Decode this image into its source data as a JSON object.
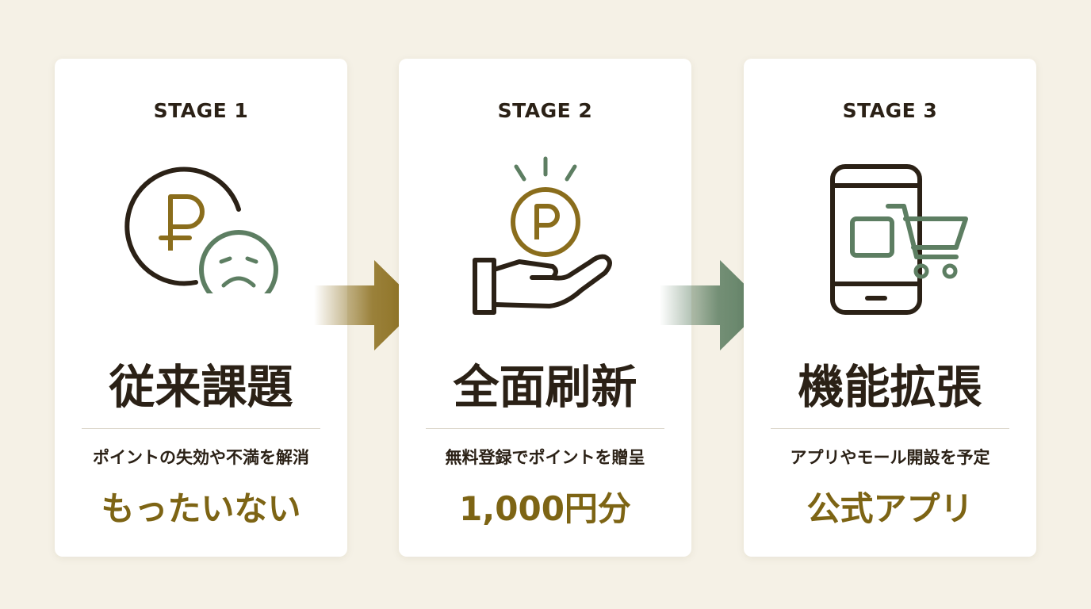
{
  "colors": {
    "background": "#f5f1e6",
    "card": "#ffffff",
    "dark": "#2b2116",
    "gold": "#8a6d1c",
    "green": "#5d7e62"
  },
  "stages": [
    {
      "stage_label": "STAGE 1",
      "icon": "sad-point-coin-icon",
      "title": "従来課題",
      "description": "ポイントの失効や不満を解消",
      "highlight": "もったいない"
    },
    {
      "stage_label": "STAGE 2",
      "icon": "hand-giving-point-coin-icon",
      "title": "全面刷新",
      "description": "無料登録でポイントを贈呈",
      "highlight": "1,000円分"
    },
    {
      "stage_label": "STAGE 3",
      "icon": "smartphone-shopping-cart-icon",
      "title": "機能拡張",
      "description": "アプリやモール開設を予定",
      "highlight": "公式アプリ"
    }
  ],
  "arrows": [
    {
      "icon": "arrow-right-gold-icon"
    },
    {
      "icon": "arrow-right-green-icon"
    }
  ]
}
